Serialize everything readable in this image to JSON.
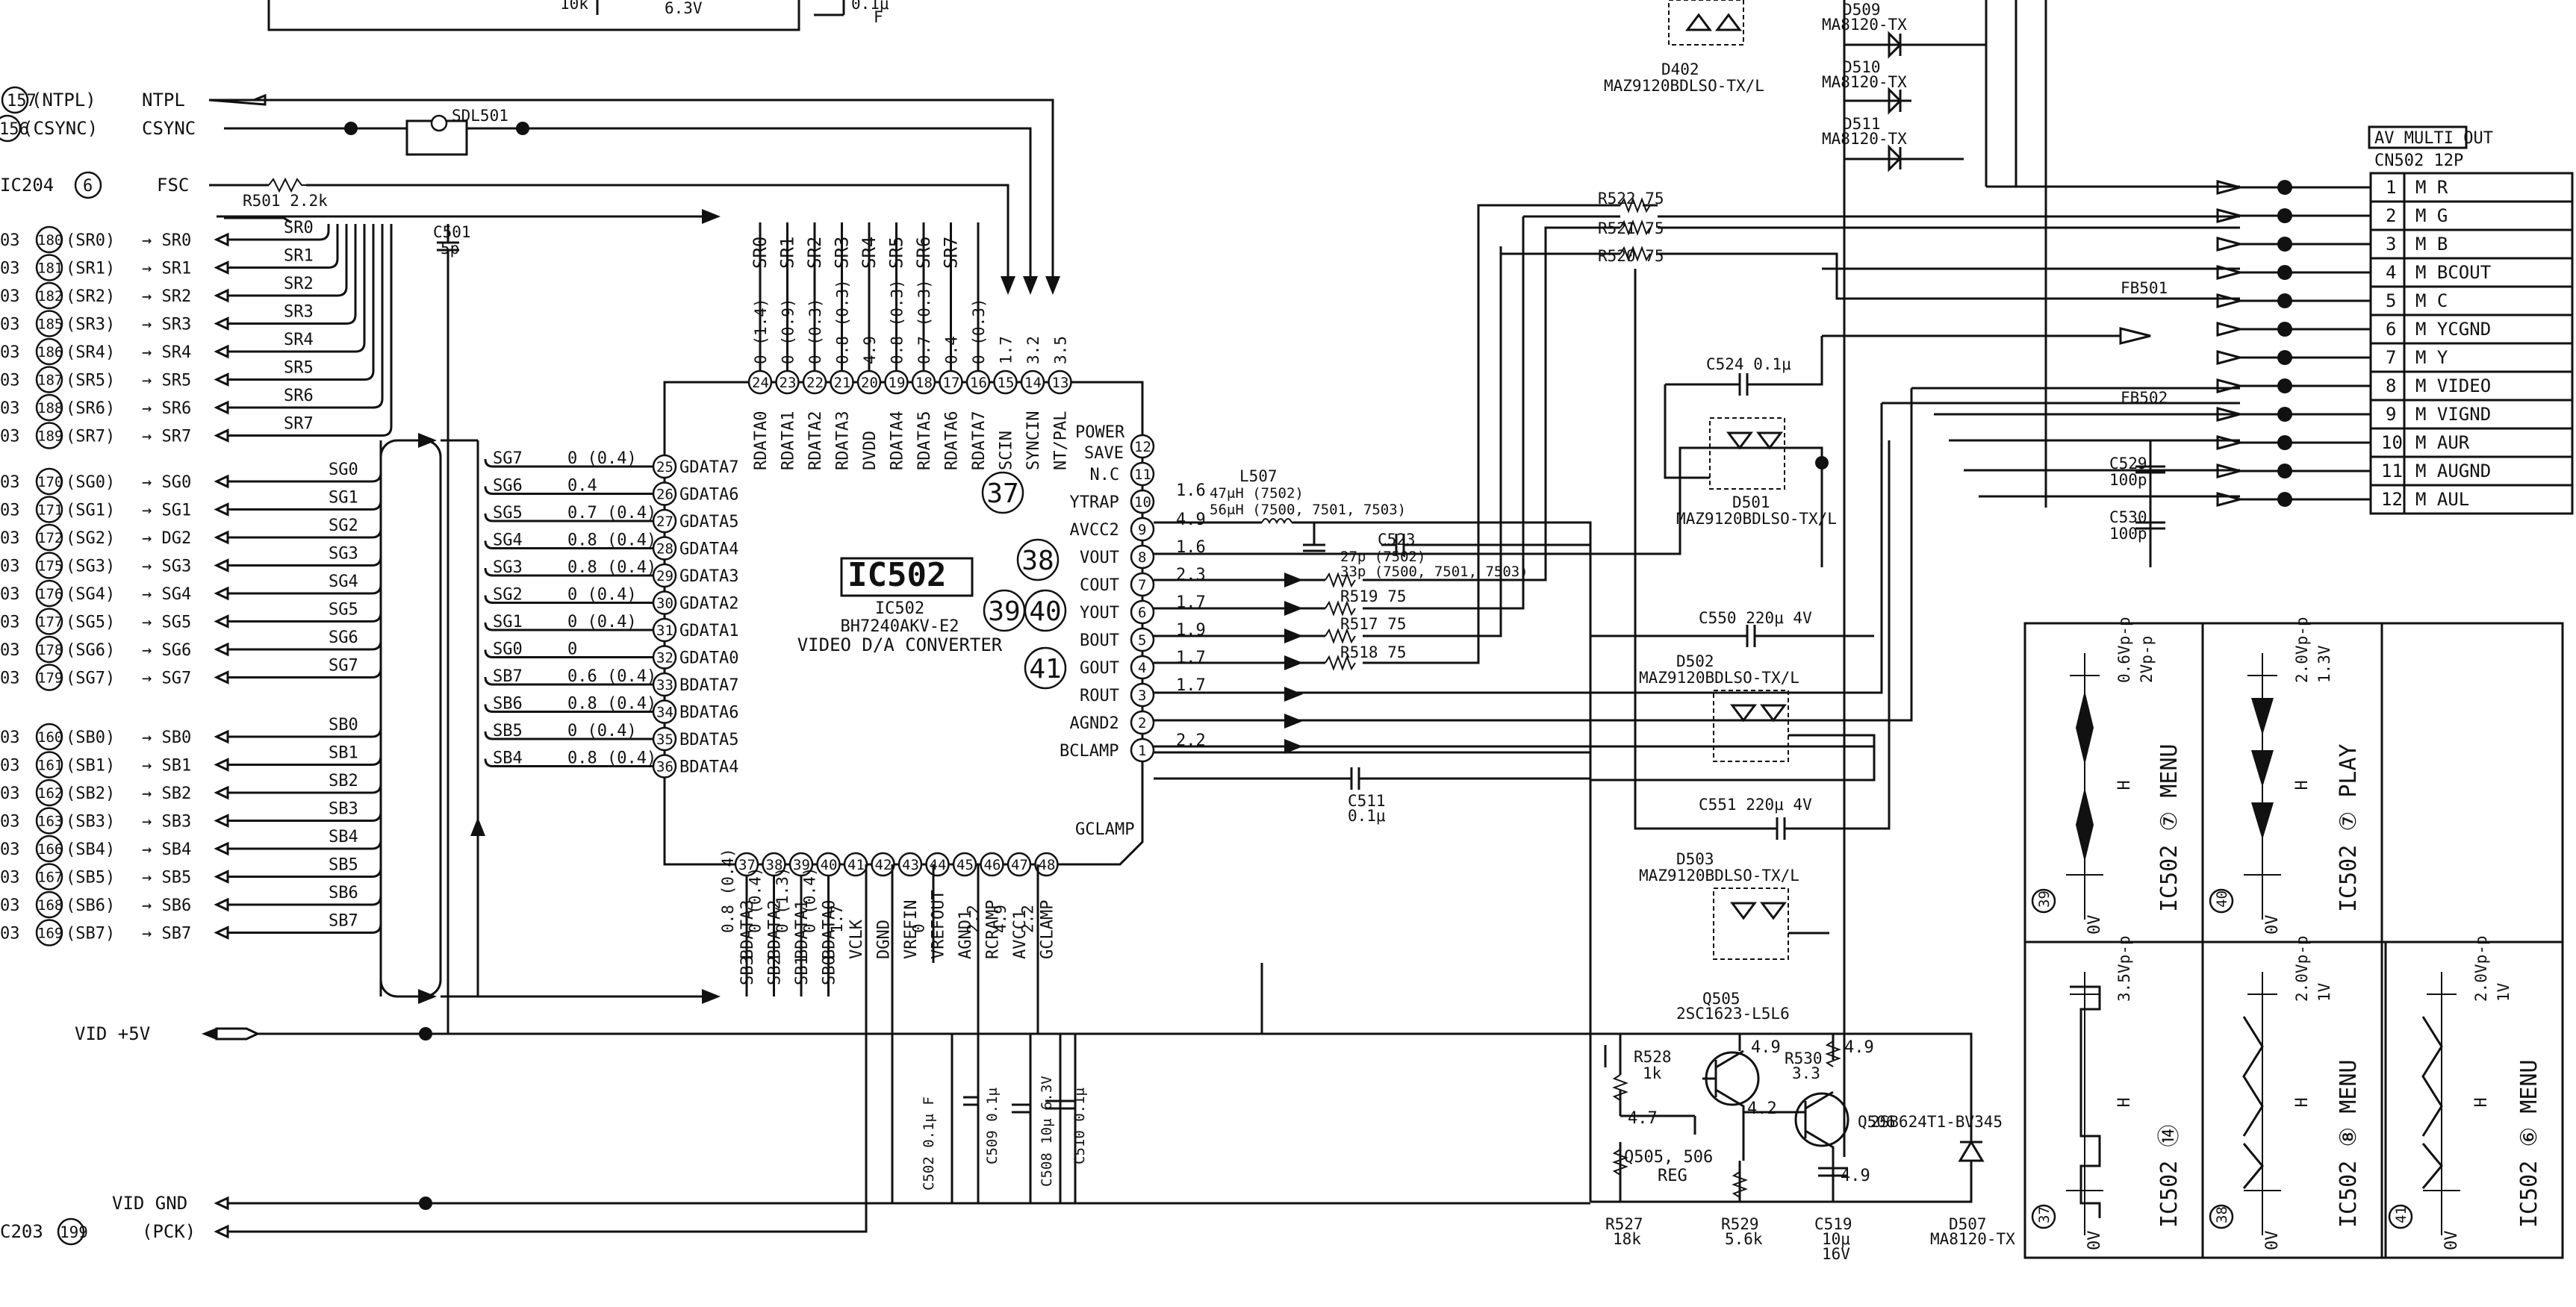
{
  "ic": {
    "ref": "IC502",
    "label_small": "IC502",
    "part": "BH7240AKV-E2",
    "function": "VIDEO D/A CONVERTER",
    "top_pins": [
      {
        "num": "24",
        "name": "RDATA0",
        "v": "0 (1.4)"
      },
      {
        "num": "23",
        "name": "RDATA1",
        "v": "0 (0.9)"
      },
      {
        "num": "22",
        "name": "RDATA2",
        "v": "0 (0.3)"
      },
      {
        "num": "21",
        "name": "RDATA3",
        "v": "0.8 (0.3)"
      },
      {
        "num": "20",
        "name": "DVDD",
        "v": "4.9"
      },
      {
        "num": "19",
        "name": "RDATA4",
        "v": "0.8 (0.3)"
      },
      {
        "num": "18",
        "name": "RDATA5",
        "v": "0.7 (0.3)"
      },
      {
        "num": "17",
        "name": "RDATA6",
        "v": "0.4"
      },
      {
        "num": "16",
        "name": "RDATA7",
        "v": "0 (0.3)"
      },
      {
        "num": "15",
        "name": "SCIN",
        "v": "1.7"
      },
      {
        "num": "14",
        "name": "SYNCIN",
        "v": "3.2"
      },
      {
        "num": "13",
        "name": "NT/PAL",
        "v": "3.5"
      }
    ],
    "left_pins": [
      {
        "num": "25",
        "name": "GDATA7",
        "v": "0 (0.4)",
        "sig": "SG7"
      },
      {
        "num": "26",
        "name": "GDATA6",
        "v": "0.4",
        "sig": "SG6"
      },
      {
        "num": "27",
        "name": "GDATA5",
        "v": "0.7 (0.4)",
        "sig": "SG5"
      },
      {
        "num": "28",
        "name": "GDATA4",
        "v": "0.8 (0.4)",
        "sig": "SG4"
      },
      {
        "num": "29",
        "name": "GDATA3",
        "v": "0.8 (0.4)",
        "sig": "SG3"
      },
      {
        "num": "30",
        "name": "GDATA2",
        "v": "0 (0.4)",
        "sig": "SG2"
      },
      {
        "num": "31",
        "name": "GDATA1",
        "v": "0 (0.4)",
        "sig": "SG1"
      },
      {
        "num": "32",
        "name": "GDATA0",
        "v": "0",
        "sig": "SG0"
      },
      {
        "num": "33",
        "name": "BDATA7",
        "v": "0.6 (0.4)",
        "sig": "SB7"
      },
      {
        "num": "34",
        "name": "BDATA6",
        "v": "0.8 (0.4)",
        "sig": "SB6"
      },
      {
        "num": "35",
        "name": "BDATA5",
        "v": "0 (0.4)",
        "sig": "SB5"
      },
      {
        "num": "36",
        "name": "BDATA4",
        "v": "0.8 (0.4)",
        "sig": "SB4"
      }
    ],
    "right_pins": [
      {
        "num": "12",
        "name": "POWER SAVE",
        "v": ""
      },
      {
        "num": "11",
        "name": "N.C",
        "v": ""
      },
      {
        "num": "10",
        "name": "YTRAP",
        "v": "1.6"
      },
      {
        "num": "9",
        "name": "AVCC2",
        "v": "4.9"
      },
      {
        "num": "8",
        "name": "VOUT",
        "v": "1.6"
      },
      {
        "num": "7",
        "name": "COUT",
        "v": "2.3"
      },
      {
        "num": "6",
        "name": "YOUT",
        "v": "1.7"
      },
      {
        "num": "5",
        "name": "BOUT",
        "v": "1.9"
      },
      {
        "num": "4",
        "name": "GOUT",
        "v": "1.7"
      },
      {
        "num": "3",
        "name": "ROUT",
        "v": "1.7"
      },
      {
        "num": "2",
        "name": "AGND2",
        "v": ""
      },
      {
        "num": "1",
        "name": "BCLAMP",
        "v": "2.2"
      }
    ],
    "bottom_pins": [
      {
        "num": "37",
        "name": "BDATA3",
        "v": "0.8 (0.4)"
      },
      {
        "num": "38",
        "name": "BDATA2",
        "v": "0 (0.4)"
      },
      {
        "num": "39",
        "name": "BDATA1",
        "v": "0 (1.3)"
      },
      {
        "num": "40",
        "name": "BDATA0",
        "v": "0 (0.4)"
      },
      {
        "num": "41",
        "name": "VCLK",
        "v": "1.7"
      },
      {
        "num": "42",
        "name": "DGND",
        "v": ""
      },
      {
        "num": "43",
        "name": "VREFIN",
        "v": ""
      },
      {
        "num": "44",
        "name": "VREFOUT",
        "v": "0"
      },
      {
        "num": "45",
        "name": "AGND1",
        "v": ""
      },
      {
        "num": "46",
        "name": "RCRAMP",
        "v": "2.2"
      },
      {
        "num": "47",
        "name": "AVCC1",
        "v": "4.9"
      },
      {
        "num": "48",
        "name": "GCLAMP",
        "v": "2.2"
      }
    ],
    "bottom_sigs": [
      "SB3",
      "SB2",
      "SB1",
      "SB0"
    ],
    "gclamp_label": "GCLAMP"
  },
  "top_sigs": [
    "SR0",
    "SR1",
    "SR2",
    "SR3",
    "SR4",
    "SR5",
    "SR6",
    "SR7"
  ],
  "inputs": {
    "ntpl": {
      "circ": "157",
      "name": "(NTPL)",
      "sig": "NTPL"
    },
    "csync": {
      "circ": "156",
      "name": "(CSYNC)",
      "sig": "CSYNC"
    },
    "fsc": {
      "src": "IC204",
      "circ": "6",
      "sig": "FSC"
    },
    "r501": "R501 2.2k",
    "sdl501": "SDL501",
    "c501": "C501\n5p",
    "sr": [
      {
        "pre": "03",
        "circ": "180",
        "name": "(SR0)",
        "sig": "SR0"
      },
      {
        "pre": "03",
        "circ": "181",
        "name": "(SR1)",
        "sig": "SR1"
      },
      {
        "pre": "03",
        "circ": "182",
        "name": "(SR2)",
        "sig": "SR2"
      },
      {
        "pre": "03",
        "circ": "185",
        "name": "(SR3)",
        "sig": "SR3"
      },
      {
        "pre": "03",
        "circ": "186",
        "name": "(SR4)",
        "sig": "SR4"
      },
      {
        "pre": "03",
        "circ": "187",
        "name": "(SR5)",
        "sig": "SR5"
      },
      {
        "pre": "03",
        "circ": "188",
        "name": "(SR6)",
        "sig": "SR6"
      },
      {
        "pre": "03",
        "circ": "189",
        "name": "(SR7)",
        "sig": "SR7"
      }
    ],
    "sg": [
      {
        "pre": "03",
        "circ": "170",
        "name": "(SG0)",
        "sig": "SG0"
      },
      {
        "pre": "03",
        "circ": "171",
        "name": "(SG1)",
        "sig": "SG1"
      },
      {
        "pre": "03",
        "circ": "172",
        "name": "(SG2)",
        "sig": "DG2"
      },
      {
        "pre": "03",
        "circ": "175",
        "name": "(SG3)",
        "sig": "SG3"
      },
      {
        "pre": "03",
        "circ": "176",
        "name": "(SG4)",
        "sig": "SG4"
      },
      {
        "pre": "03",
        "circ": "177",
        "name": "(SG5)",
        "sig": "SG5"
      },
      {
        "pre": "03",
        "circ": "178",
        "name": "(SG6)",
        "sig": "SG6"
      },
      {
        "pre": "03",
        "circ": "179",
        "name": "(SG7)",
        "sig": "SG7"
      }
    ],
    "sb": [
      {
        "pre": "03",
        "circ": "160",
        "name": "(SB0)",
        "sig": "SB0"
      },
      {
        "pre": "03",
        "circ": "161",
        "name": "(SB1)",
        "sig": "SB1"
      },
      {
        "pre": "03",
        "circ": "162",
        "name": "(SB2)",
        "sig": "SB2"
      },
      {
        "pre": "03",
        "circ": "163",
        "name": "(SB3)",
        "sig": "SB3"
      },
      {
        "pre": "03",
        "circ": "166",
        "name": "(SB4)",
        "sig": "SB4"
      },
      {
        "pre": "03",
        "circ": "167",
        "name": "(SB5)",
        "sig": "SB5"
      },
      {
        "pre": "03",
        "circ": "168",
        "name": "(SB6)",
        "sig": "SB6"
      },
      {
        "pre": "03",
        "circ": "169",
        "name": "(SB7)",
        "sig": "SB7"
      }
    ],
    "vid5v": "VID +5V",
    "vidgnd": "VID GND",
    "pck": {
      "pre": "C203",
      "circ": "199",
      "name": "(PCK)"
    },
    "top_frag": {
      "r": "10k",
      "c": "6.3V",
      "c2": "0.1μ\nF"
    }
  },
  "ref_circles": {
    "c37": "37",
    "c38": "38",
    "c39": "39",
    "c40": "40",
    "c41": "41"
  },
  "components": {
    "l507": "L507",
    "l507_v1": "47μH (7502)",
    "l507_v2": "56μH (7500, 7501, 7503)",
    "c523": "C523",
    "c523_v1": "27p (7502)",
    "c523_v2": "33p (7500, 7501, 7503)",
    "r519": "R519 75",
    "r517": "R517 75",
    "r518": "R518 75",
    "r522": "R522 75",
    "r521": "R521 75",
    "r520": "R520 75",
    "c511": "C511\n0.1μ",
    "c502": "C502 0.1μ F",
    "c509": "C509 0.1μ",
    "c508": "C508 10μ 6.3V",
    "c510": "C510 0.1μ",
    "c524": "C524 0.1μ",
    "d501": "D501",
    "d501p": "MAZ9120BDLSO-TX/L",
    "c550": "C550 220μ 4V",
    "d502": "D502",
    "d502p": "MAZ9120BDLSO-TX/L",
    "c551": "C551 220μ 4V",
    "d503": "D503",
    "d503p": "MAZ9120BDLSO-TX/L",
    "d402": "D402",
    "d402p": "MAZ9120BDLSO-TX/L",
    "d509": "D509\nMA8120-TX",
    "d510": "D510\nMA8120-TX",
    "d511": "D511\nMA8120-TX",
    "fb501": "FB501",
    "fb502": "FB502",
    "c529": "C529\n100p",
    "c530": "C530\n100p",
    "q505": "Q505\n2SC1623-L5L6",
    "q506": "Q506\n2SB624T1-BV345",
    "q_reg": "Q505, 506\nREG",
    "r528": "R528\n1k",
    "r530": "R530\n3.3",
    "r527": "R527\n18k",
    "r529": "R529\n5.6k",
    "c519": "C519\n10μ\n16V",
    "d507": "D507\nMA8120-TX",
    "v_q1": "4.9",
    "v_q2": "4.7",
    "v_q3": "4.2",
    "v_q4": "4.9",
    "v_q5": "4.9"
  },
  "connector": {
    "title": "AV MULTI OUT",
    "ref": "CN502 12P",
    "pins": [
      {
        "n": "1",
        "label": "M R"
      },
      {
        "n": "2",
        "label": "M G"
      },
      {
        "n": "3",
        "label": "M B"
      },
      {
        "n": "4",
        "label": "M BCOUT"
      },
      {
        "n": "5",
        "label": "M C"
      },
      {
        "n": "6",
        "label": "M YCGND"
      },
      {
        "n": "7",
        "label": "M Y"
      },
      {
        "n": "8",
        "label": "M VIDEO"
      },
      {
        "n": "9",
        "label": "M VIGND"
      },
      {
        "n": "10",
        "label": "M AUR"
      },
      {
        "n": "11",
        "label": "M AUGND"
      },
      {
        "n": "12",
        "label": "M AUL"
      }
    ]
  },
  "waveforms": [
    {
      "id": "w39",
      "circ": "39",
      "title": "IC502 ⑦ MENU",
      "v1": "0.6Vp-p",
      "v2": "2Vp-p",
      "h": "H",
      "zero": "0V"
    },
    {
      "id": "w40",
      "circ": "40",
      "title": "IC502 ⑦ PLAY",
      "v1": "2.0Vp-p",
      "v2": "1.3V",
      "h": "H",
      "zero": "0V"
    },
    {
      "id": "w37",
      "circ": "37",
      "title": "IC502 ⑭",
      "v1": "3.5Vp-p",
      "v2": "",
      "h": "H",
      "zero": "0V"
    },
    {
      "id": "w38",
      "circ": "38",
      "title": "IC502 ⑧ MENU",
      "v1": "2.0Vp-p",
      "v2": "1V",
      "h": "H",
      "zero": "0V"
    },
    {
      "id": "w41",
      "circ": "41",
      "title": "IC502 ⑥ MENU",
      "v1": "2.0Vp-p",
      "v2": "1V",
      "h": "H",
      "zero": "0V"
    }
  ],
  "colors": {
    "ink": "#111111",
    "paper": "#ffffff"
  }
}
